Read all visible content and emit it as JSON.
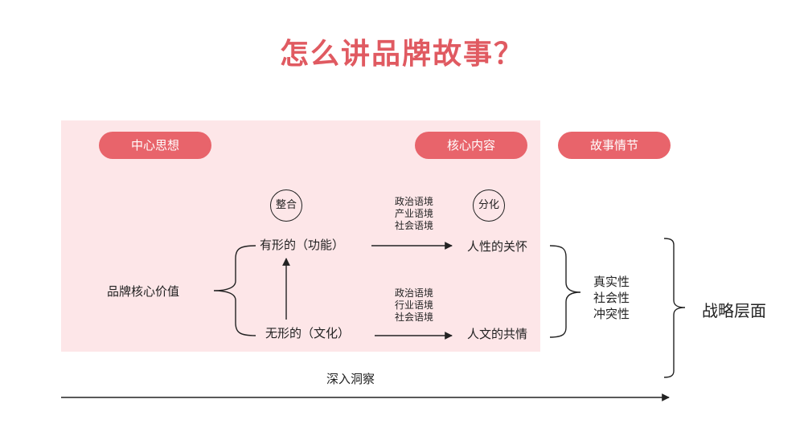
{
  "title": "怎么讲品牌故事？",
  "headers": {
    "central_idea": "中心思想",
    "core_content": "核心内容",
    "story_plot": "故事情节"
  },
  "circles": {
    "integrate": "整合",
    "differentiate": "分化"
  },
  "brand_core_value": "品牌核心价值",
  "tangible": "有形的（功能）",
  "intangible": "无形的（文化）",
  "humanity_care": "人性的关怀",
  "humanity_resonance": "人文的共情",
  "contexts_top": [
    "政治语境",
    "产业语境",
    "社会语境"
  ],
  "contexts_bottom": [
    "政治语境",
    "行业语境",
    "社会语境"
  ],
  "qualities": [
    "真实性",
    "社会性",
    "冲突性"
  ],
  "strategic_level": "战略层面",
  "deep_insight": "深入洞察"
}
